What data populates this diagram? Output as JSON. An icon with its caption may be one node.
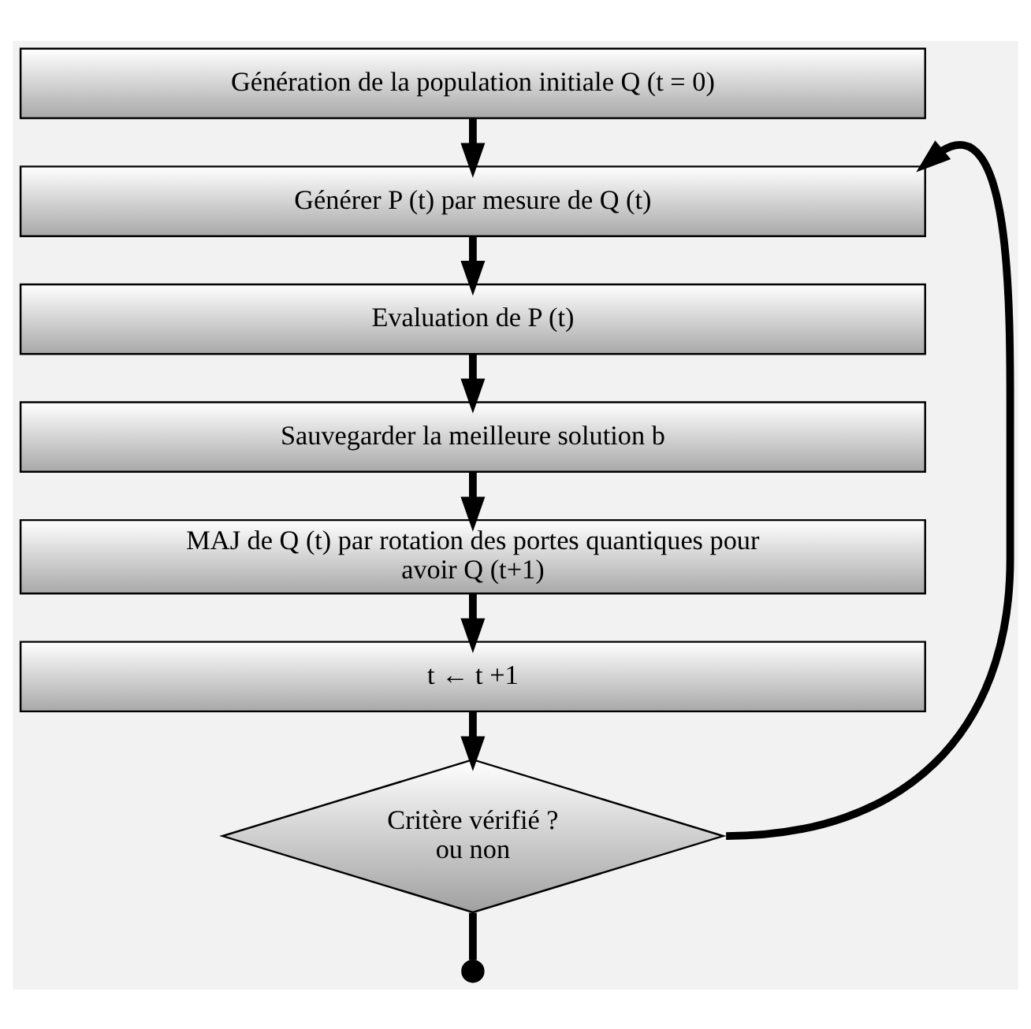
{
  "diagram": {
    "nodes": [
      {
        "text": [
          "Génération de la population initiale Q (t = 0)"
        ]
      },
      {
        "text": [
          "Générer P (t) par mesure de Q (t)"
        ]
      },
      {
        "text": [
          "Evaluation de P (t)"
        ]
      },
      {
        "text": [
          "Sauvegarder la meilleure solution b"
        ]
      },
      {
        "text": [
          "MAJ de Q (t) par rotation des portes quantiques pour avoir Q (t+1)"
        ]
      },
      {
        "text": [
          "t ← t +1"
        ]
      },
      {
        "text": [
          "Critère vérifié ? ou non"
        ]
      },
      {
        "text": [],
        "shape": "circle"
      }
    ],
    "edges": [
      {
        "from": 0,
        "to": 1,
        "arrow": "to"
      },
      {
        "from": 6,
        "to": 1,
        "arrow": "to"
      },
      {
        "from": 1,
        "to": 2,
        "arrow": "to"
      },
      {
        "from": 2,
        "to": 3,
        "arrow": "to"
      },
      {
        "from": 3,
        "to": 4,
        "arrow": "to"
      },
      {
        "from": 4,
        "to": 5,
        "arrow": "to"
      },
      {
        "from": 5,
        "to": 6,
        "arrow": "to"
      },
      {
        "from": 6,
        "to": 7,
        "arrow": "none"
      }
    ]
  }
}
